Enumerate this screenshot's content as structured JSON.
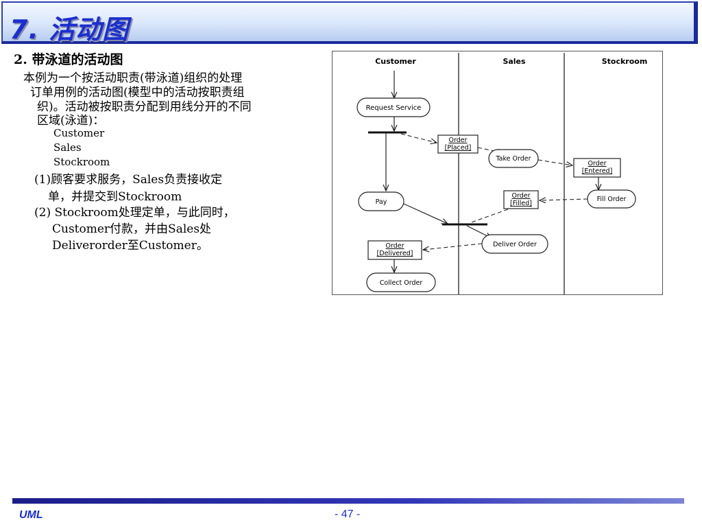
{
  "slide": {
    "title": "7. 活动图"
  },
  "content": {
    "heading": "2. 带泳道的活动图",
    "paragraph_lines": [
      "本例为一个按活动职责(带泳道)组织的处理",
      "订单用例的活动图(模型中的活动按职责组",
      "织)。活动被按职责分配到用线分开的不同",
      "区域(泳道)："
    ],
    "swimlanes": [
      "Customer",
      "Sales",
      "Stockroom"
    ],
    "step1_lines": [
      "(1)顾客要求服务，Sales负责接收定",
      "单，并提交到Stockroom"
    ],
    "step2_lines": [
      "(2) Stockroom处理定单，与此同时，",
      "Customer付款，并由Sales处",
      "Deliverorder至Customer。"
    ]
  },
  "diagram": {
    "lanes": [
      "Customer",
      "Sales",
      "Stockroom"
    ],
    "activities": {
      "request_service": "Request Service",
      "take_order": "Take Order",
      "fill_order": "Fill Order",
      "pay": "Pay",
      "deliver_order": "Deliver Order",
      "collect_order": "Collect Order"
    },
    "objects": {
      "placed": [
        "Order",
        "[Placed]"
      ],
      "entered": [
        "Order",
        "[Entered]"
      ],
      "filled": [
        "Order",
        "[Filled]"
      ],
      "delivered": [
        "Order",
        "[Delivered]"
      ]
    }
  },
  "footer": {
    "left": "UML",
    "page": "- 47 -"
  }
}
